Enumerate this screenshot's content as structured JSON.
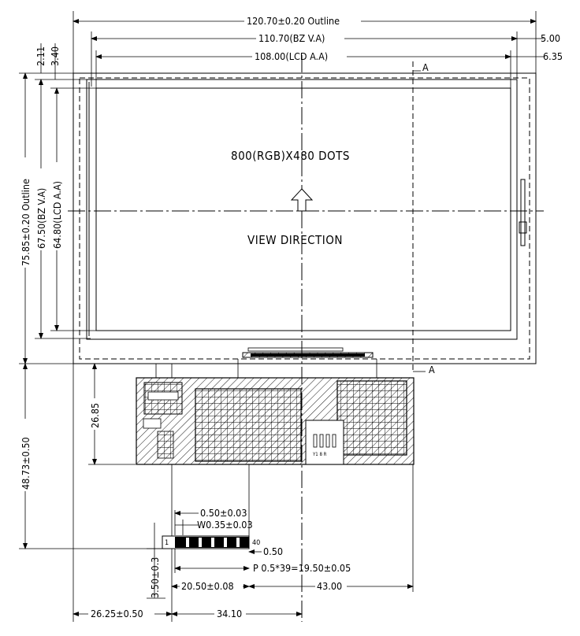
{
  "display": {
    "resolution": "800(RGB)X480  DOTS",
    "view_direction": "VIEW  DIRECTION"
  },
  "dimensions": {
    "outline_width": "120.70±0.20  Outline",
    "bz_va_width": "110.70(BZ  V.A)",
    "lcd_aa_width": "108.00(LCD  A.A)",
    "right_offset_1": "5.00",
    "right_offset_2": "6.35",
    "top_offset_1": "2.11",
    "top_offset_2": "3.40",
    "outline_height": "75.85±0.20  Outline",
    "bz_va_height": "67.50(BZ  V.A)",
    "lcd_aa_height": "64.80(LCD  A.A)",
    "fpc_height": "26.85",
    "total_height": "48.73±0.50",
    "pin_pitch": "0.50±0.03",
    "pin_width": "W0.35±0.03",
    "end_gap": "0.50",
    "pitch_total": "P  0.5*39=19.50±0.05",
    "fpc_offset": "20.50±0.08",
    "fpc_right": "43.00",
    "tail_height": "3.50±0.3",
    "left_offset": "26.25±0.50",
    "center_offset": "34.10"
  },
  "labels": {
    "section_top": "A",
    "section_bottom": "A",
    "pin_first": "1",
    "pin_last": "40",
    "component": "Y1 8 R"
  }
}
